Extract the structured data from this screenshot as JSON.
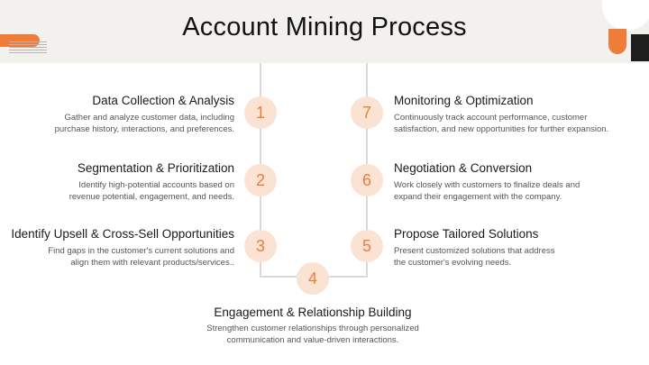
{
  "title": "Account Mining Process",
  "accent_color": "#f07c3a",
  "circle_fill": "#fbe3d4",
  "steps": [
    {
      "number": "1",
      "heading": "Data Collection & Analysis",
      "description": [
        "Gather and analyze customer data, including",
        "purchase history, interactions, and preferences."
      ]
    },
    {
      "number": "2",
      "heading": "Segmentation & Prioritization",
      "description": [
        "Identify high-potential accounts based on",
        "revenue potential, engagement, and needs."
      ]
    },
    {
      "number": "3",
      "heading": "Identify Upsell & Cross-Sell Opportunities",
      "description": [
        "Find gaps in the customer's current solutions and",
        "align them with relevant products/services.."
      ]
    },
    {
      "number": "4",
      "heading": "Engagement & Relationship Building",
      "description": [
        "Strengthen customer relationships through personalized",
        "communication and value-driven interactions."
      ]
    },
    {
      "number": "5",
      "heading": "Propose Tailored Solutions",
      "description": [
        "Present customized solutions that address",
        "the customer's evolving needs."
      ]
    },
    {
      "number": "6",
      "heading": "Negotiation & Conversion",
      "description": [
        "Work closely with customers to finalize deals and",
        "expand their engagement with the company."
      ]
    },
    {
      "number": "7",
      "heading": "Monitoring & Optimization",
      "description": [
        "Continuously track account performance, customer",
        "satisfaction, and new opportunities for further expansion."
      ]
    }
  ]
}
